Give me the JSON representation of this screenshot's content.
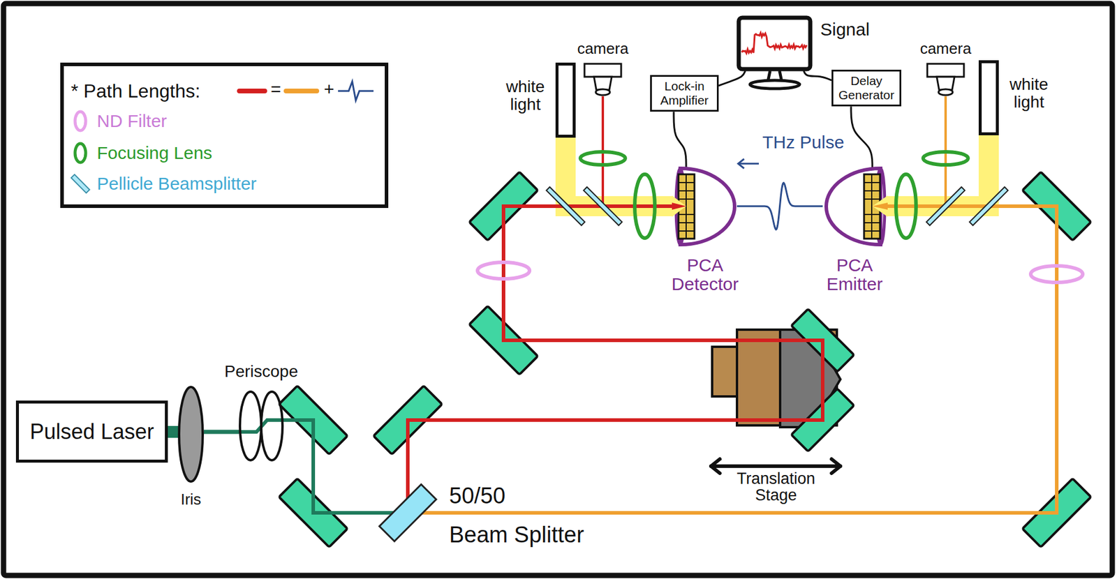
{
  "diagram": {
    "nodes": [
      {
        "text": [
          "Pulsed Laser"
        ]
      },
      {
        "text": [
          "Iris"
        ]
      },
      {
        "text": [
          "Periscope"
        ]
      },
      {
        "text": [
          "50/50",
          "Beam Splitter"
        ]
      },
      {
        "text": [
          "Translation Stage"
        ]
      },
      {
        "text": [
          "PCA Detector"
        ]
      },
      {
        "text": [
          "PCA Emitter"
        ]
      },
      {
        "text": [
          "white light"
        ]
      },
      {
        "text": [
          "camera"
        ]
      },
      {
        "text": [
          "Lock-in Amplifier"
        ]
      },
      {
        "text": [
          "Signal"
        ]
      },
      {
        "text": [
          "Delay Generator"
        ]
      },
      {
        "text": [
          "camera"
        ]
      },
      {
        "text": [
          "white light"
        ]
      }
    ],
    "edges": [
      {
        "from": 0,
        "to": 1,
        "arrow": "none"
      },
      {
        "from": 1,
        "to": 2,
        "arrow": "none"
      },
      {
        "from": 2,
        "to": 3,
        "arrow": "none"
      },
      {
        "from": 3,
        "to": 4,
        "arrow": "none"
      },
      {
        "from": 4,
        "to": 5,
        "arrow": "none"
      },
      {
        "from": 3,
        "to": 6,
        "arrow": "none"
      },
      {
        "from": 9,
        "to": 5,
        "arrow": "none"
      },
      {
        "from": 11,
        "to": 6,
        "arrow": "none"
      },
      {
        "from": 9,
        "to": 10,
        "arrow": "none"
      },
      {
        "from": 11,
        "to": 10,
        "arrow": "none"
      },
      {
        "from": 6,
        "to": 5,
        "arrow": "none",
        "label": "THz Pulse"
      },
      {
        "from": 7,
        "to": 5,
        "arrow": "none"
      },
      {
        "from": 5,
        "to": 8,
        "arrow": "none"
      },
      {
        "from": 13,
        "to": 6,
        "arrow": "none"
      },
      {
        "from": 6,
        "to": 12,
        "arrow": "none"
      }
    ],
    "labels": [
      "=",
      "+"
    ],
    "legend": [
      {
        "text": "* Path Lengths:"
      },
      {
        "text": "ND Filter"
      },
      {
        "text": "Focusing Lens"
      },
      {
        "text": "Pellicle Beamsplitter"
      }
    ]
  }
}
